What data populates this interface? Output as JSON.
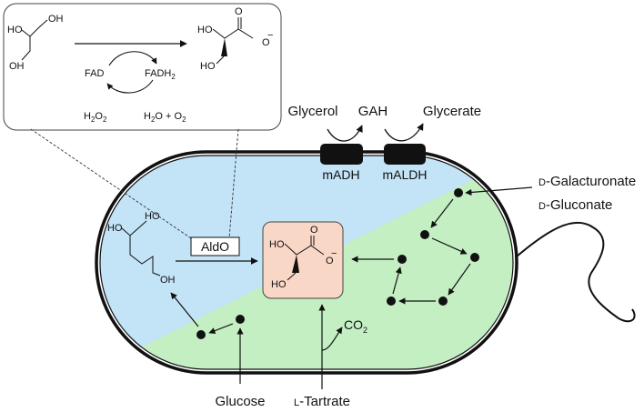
{
  "inset": {
    "cofactors": {
      "fad": "FAD",
      "fadh2": "FADH",
      "fadh2_sub": "2"
    },
    "h2o2": {
      "h": "H",
      "s1": "2",
      "o": "O",
      "s2": "2"
    },
    "h2o_o2": {
      "a": "H",
      "s1": "2",
      "b": "O + O",
      "s2": "2"
    },
    "atoms": {
      "ho": "HO",
      "oh": "OH",
      "o": "O",
      "ominus": "O"
    }
  },
  "membrane": {
    "substrate": "Glycerol",
    "intermediate": "GAH",
    "product": "Glycerate",
    "enzyme1": "mADH",
    "enzyme2": "mALDH"
  },
  "cell": {
    "enzyme": "AldO",
    "co2": {
      "a": "CO",
      "sub": "2"
    }
  },
  "inputs": {
    "glucose": "Glucose",
    "tartrate_prefix": "L",
    "tartrate": "-Tartrate",
    "galacturonate_prefix": "D",
    "galacturonate": "-Galacturonate",
    "gluconate_prefix": "D",
    "gluconate": "-Gluconate"
  },
  "colors": {
    "cytoplasm_blue": "#c3e3f6",
    "cytoplasm_green": "#c3efc3",
    "product_box": "#f9d7c7",
    "enzyme_block": "#111111"
  }
}
